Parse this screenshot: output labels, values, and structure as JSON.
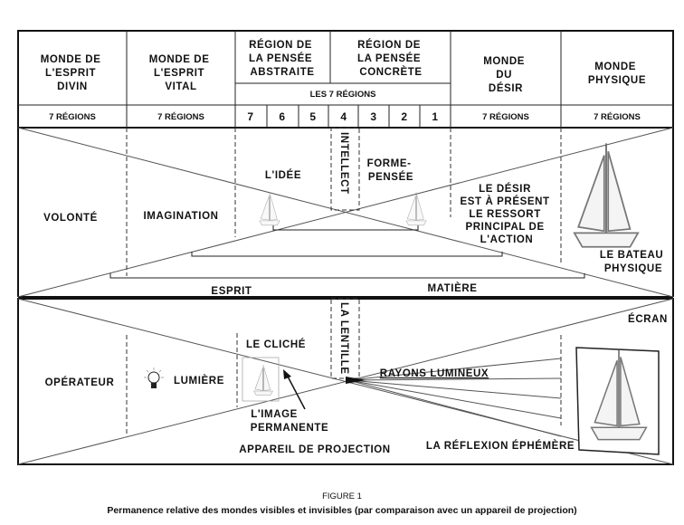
{
  "header": {
    "columns": [
      {
        "lines": [
          "MONDE DE",
          "L'ESPRIT",
          "DIVIN"
        ],
        "regions": "7 RÉGIONS"
      },
      {
        "lines": [
          "MONDE DE",
          "L'ESPRIT",
          "VITAL"
        ],
        "regions": "7 RÉGIONS"
      },
      {
        "lines": [
          "RÉGION DE",
          "LA PENSÉE",
          "ABSTRAITE"
        ]
      },
      {
        "lines": [
          "RÉGION DE",
          "LA PENSÉE",
          "CONCRÈTE"
        ]
      },
      {
        "lines": [
          "MONDE",
          "DU",
          "DÉSIR"
        ],
        "regions": "7 RÉGIONS"
      },
      {
        "lines": [
          "MONDE",
          "PHYSIQUE"
        ],
        "regions": "7 RÉGIONS"
      }
    ],
    "seven_regions": "LES 7 RÉGIONS",
    "numbers": [
      "7",
      "6",
      "5",
      "4",
      "3",
      "2",
      "1"
    ]
  },
  "upper": {
    "volonte": "VOLONTÉ",
    "imagination": "IMAGINATION",
    "idee": "L'IDÉE",
    "intellect": "INTELLECT",
    "forme_pensee": [
      "FORME-",
      "PENSÉE"
    ],
    "desir": [
      "LE DÉSIR",
      "EST À PRÉSENT",
      "LE RESSORT",
      "PRINCIPAL DE",
      "L'ACTION"
    ],
    "bateau": [
      "LE BATEAU",
      "PHYSIQUE"
    ],
    "esprit": "ESPRIT",
    "matiere": "MATIÈRE"
  },
  "lower": {
    "operateur": "OPÉRATEUR",
    "lumiere": "LUMIÈRE",
    "cliche": "LE CLICHÉ",
    "lentille": "LA LENTILLE",
    "image_permanente": [
      "L'IMAGE",
      "PERMANENTE"
    ],
    "rayons": "RAYONS LUMINEUX",
    "ecran": "ÉCRAN",
    "appareil": "APPAREIL DE PROJECTION",
    "reflexion": "LA RÉFLEXION ÉPHÉMÈRE"
  },
  "caption": {
    "figure": "FIGURE 1",
    "text": "Permanence relative des mondes visibles et invisibles (par comparaison avec un appareil de projection)"
  }
}
